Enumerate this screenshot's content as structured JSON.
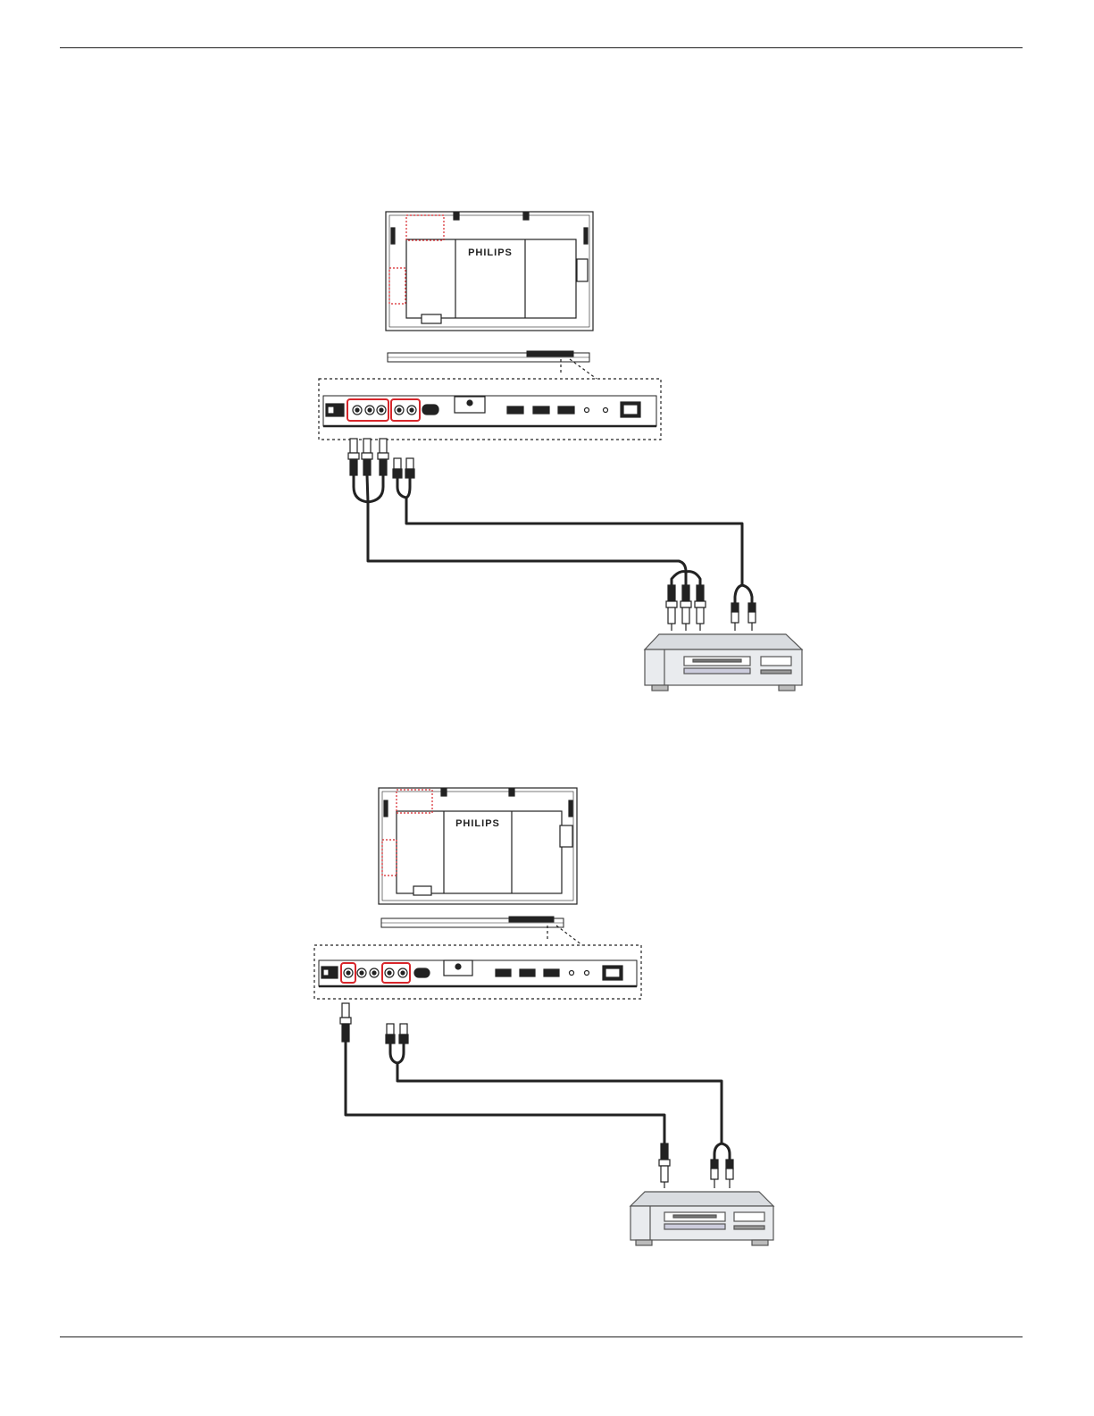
{
  "page": {
    "header_rule": true,
    "footer_rule": true
  },
  "diagrams": [
    {
      "id": "component-video-connection",
      "display_brand": "PHILIPS",
      "video_plugs": 3,
      "audio_plugs": 2,
      "device": "dvd-player"
    },
    {
      "id": "composite-video-connection",
      "display_brand": "PHILIPS",
      "video_plugs": 1,
      "audio_plugs": 2,
      "device": "dvd-player"
    }
  ],
  "colors": {
    "line": "#222222",
    "highlight": "#d7262b",
    "device_fill": "#e9ebee",
    "plug_fill": "#ffffff"
  }
}
